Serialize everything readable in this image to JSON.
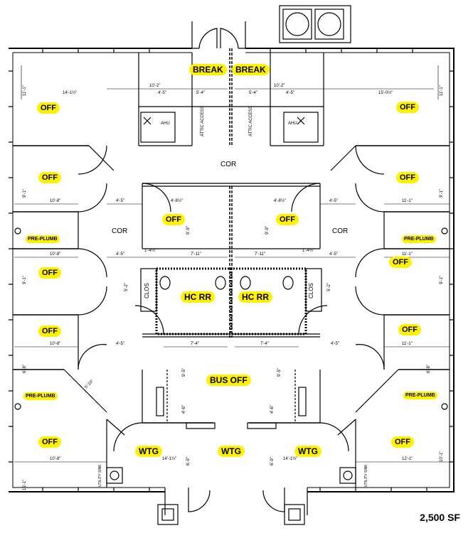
{
  "plan": {
    "total_area": "2,500 SF",
    "rooms": {
      "break_left": "BREAK",
      "break_right": "BREAK",
      "off": "OFF",
      "pre_plumb": "PRE-PLUMB",
      "cor": "COR",
      "hc_rr": "HC RR",
      "bus_off": "BUS OFF",
      "wtg": "WTG",
      "clos": "CLOS",
      "ahu": "AHU",
      "attic_access": "ATTIC ACCESS",
      "utility_sink": "UTILITY SINK"
    },
    "dimensions": {
      "d_14_1_2": "14'-1½\"",
      "d_15_0_1_2": "15'-0½\"",
      "d_11_1": "11'-1\"",
      "d_10_2": "10'-2\"",
      "d_4_5": "4'-5\"",
      "d_5_4": "5'-4\"",
      "d_10_8": "10'-8\"",
      "d_9_1": "9'-1\"",
      "d_4_8_1_2": "4'-8½\"",
      "d_9_9": "9'-9\"",
      "d_7_11": "7'-11\"",
      "d_5_2": "5'-2\"",
      "d_7_4": "7'-4\"",
      "d_6_8": "6'-8\"",
      "d_9_5": "9'-5\"",
      "d_5_10": "5'-10\"",
      "d_4_6": "4'-6\"",
      "d_14_1_half": "14'-1½\"",
      "d_15_1": "15'-1\"",
      "d_10_1": "10'-1\"",
      "d_12_1": "12'-1\"",
      "d_6_9": "6'-9\"",
      "d_1_4_1_2": "1'-4½\""
    }
  }
}
